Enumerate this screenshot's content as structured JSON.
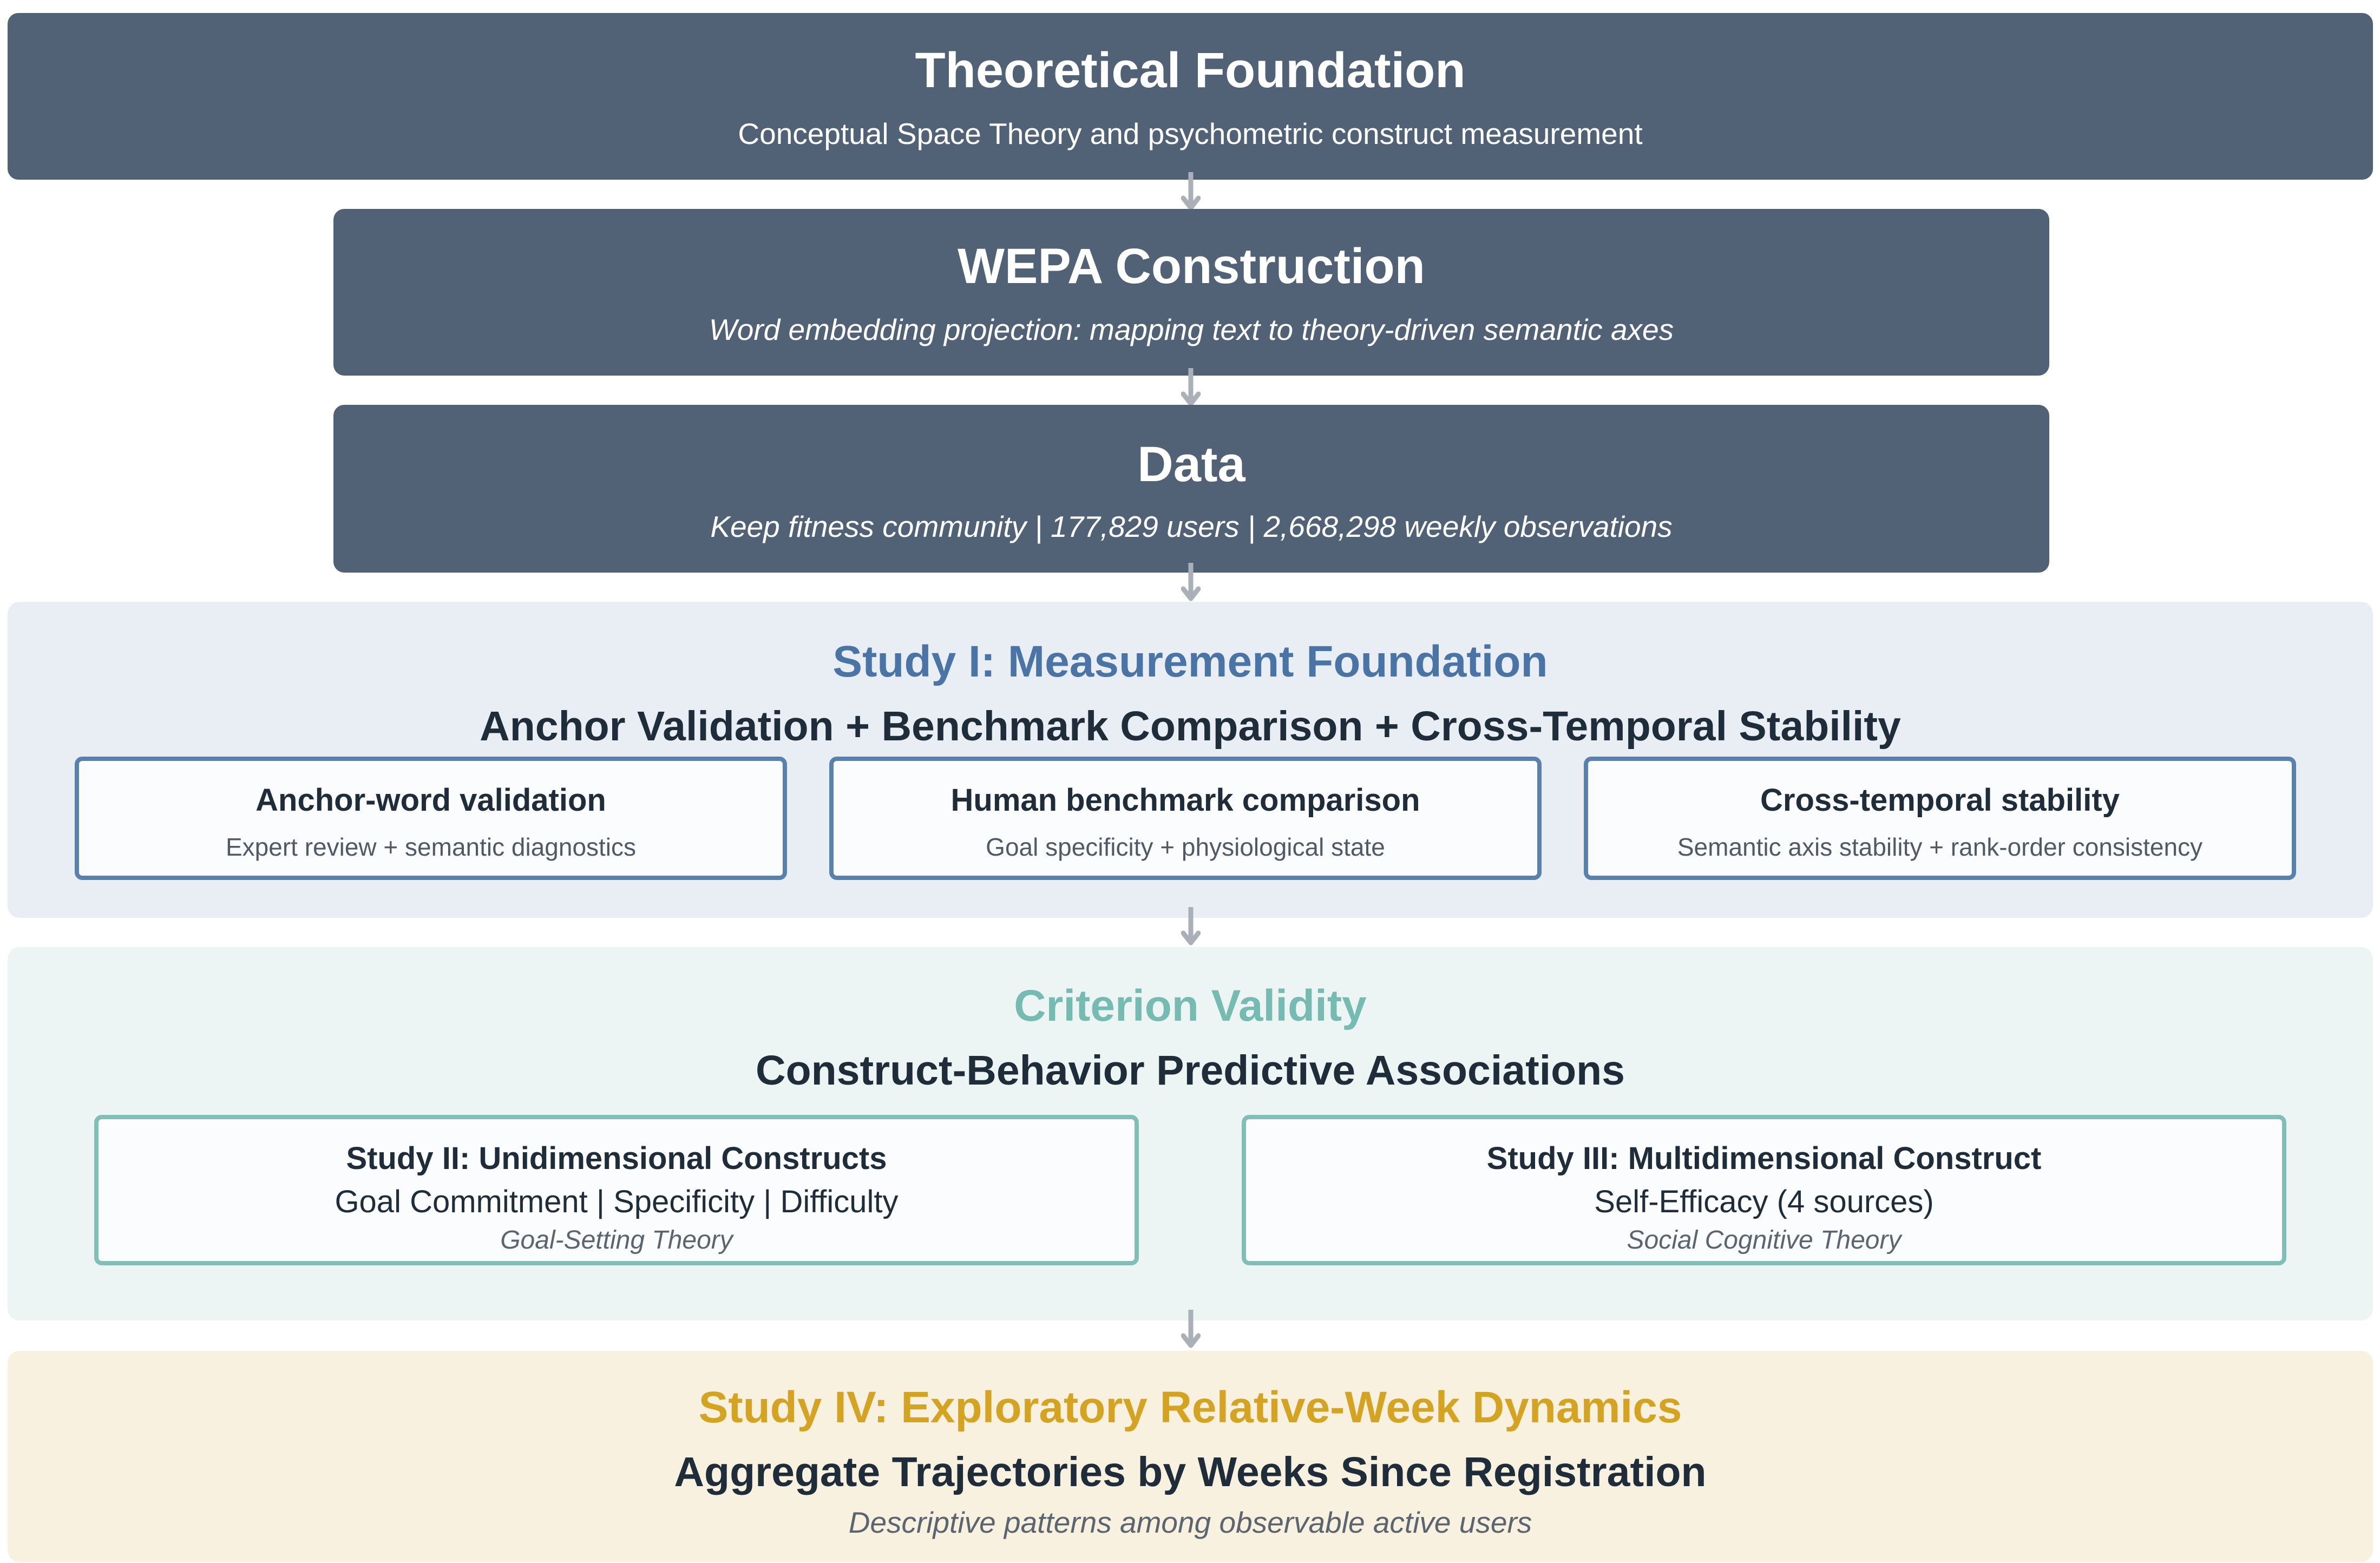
{
  "colors": {
    "dark_box": "#516276",
    "study1": "#4a74a5",
    "criterion": "#76bbb2",
    "study4": "#d4a321",
    "text_dark": "#1f2d3b",
    "arrow": "#a9b0b7"
  },
  "theory": {
    "title": "Theoretical Foundation",
    "subtitle": "Conceptual Space Theory and psychometric construct measurement"
  },
  "wepa": {
    "title": "WEPA Construction",
    "subtitle": "Word embedding projection: mapping text to theory-driven semantic axes"
  },
  "data_box": {
    "title": "Data",
    "subtitle": "Keep fitness community | 177,829 users | 2,668,298 weekly observations"
  },
  "study1": {
    "title": "Study I: Measurement Foundation",
    "subtitle": "Anchor Validation + Benchmark Comparison + Cross-Temporal Stability",
    "cards": [
      {
        "title": "Anchor-word validation",
        "desc": "Expert review + semantic diagnostics"
      },
      {
        "title": "Human benchmark comparison",
        "desc": "Goal specificity + physiological state"
      },
      {
        "title": "Cross-temporal stability",
        "desc": "Semantic axis stability + rank-order consistency"
      }
    ]
  },
  "criterion": {
    "title": "Criterion Validity",
    "subtitle": "Construct-Behavior Predictive Associations",
    "cards": [
      {
        "title": "Study II: Unidimensional Constructs",
        "constructs": "Goal Commitment | Specificity | Difficulty",
        "theory": "Goal-Setting Theory"
      },
      {
        "title": "Study III: Multidimensional Construct",
        "constructs": "Self-Efficacy (4 sources)",
        "theory": "Social Cognitive Theory"
      }
    ]
  },
  "study4": {
    "title": "Study IV: Exploratory Relative-Week Dynamics",
    "subtitle": "Aggregate Trajectories by Weeks Since Registration",
    "note": "Descriptive patterns among observable active users"
  }
}
